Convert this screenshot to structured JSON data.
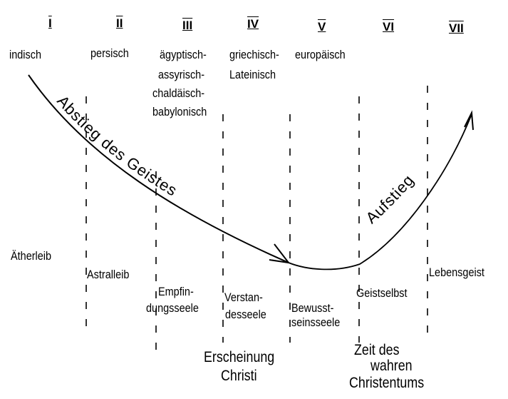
{
  "epochs": [
    {
      "numeral": "I",
      "culture": "indisch",
      "member": "Ätherleib"
    },
    {
      "numeral": "II",
      "culture": "persisch",
      "member": "Astralleib"
    },
    {
      "numeral": "III",
      "culture_lines": [
        "ägyptisch-",
        "assyrisch-",
        "chaldäisch-",
        "babylonisch"
      ],
      "member_lines": [
        "Empfin-",
        "dungsseele"
      ]
    },
    {
      "numeral": "IV",
      "culture_lines": [
        "griechisch-",
        "Lateinisch"
      ],
      "member_lines": [
        "Verstan-",
        "desseele"
      ]
    },
    {
      "numeral": "V",
      "culture": "europäisch",
      "member_lines": [
        "Bewusst-",
        "seinsseele"
      ]
    },
    {
      "numeral": "VI",
      "member": "Geistselbst"
    },
    {
      "numeral": "VII",
      "member": "Lebensgeist"
    }
  ],
  "curve": {
    "descent": "Abstieg des Geistes",
    "ascent": "Aufstieg"
  },
  "events": {
    "christ": [
      "Erscheinung",
      "Christi"
    ],
    "true_christianity": [
      "Zeit des",
      "wahren",
      "Christentums"
    ]
  }
}
